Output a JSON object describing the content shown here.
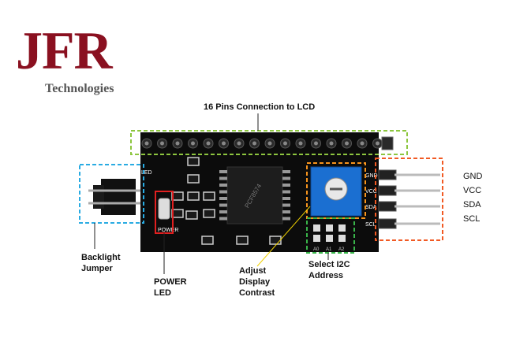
{
  "brand": {
    "name": "JFR",
    "subtitle": "Technologies",
    "color": "#8a1020"
  },
  "labels": {
    "pins_connection": "16 Pins Connection to LCD",
    "backlight_jumper": [
      "Backlight",
      "Jumper"
    ],
    "power_led": [
      "POWER",
      "LED"
    ],
    "adjust_contrast": [
      "Adjust",
      "Display",
      "Contrast"
    ],
    "select_i2c": [
      "Select I2C",
      "Address"
    ]
  },
  "pins": [
    "GND",
    "VCC",
    "SDA",
    "SCL"
  ],
  "board_text": {
    "led": "LED",
    "power": "POWER",
    "gnd": "GND",
    "vcc": "VCC",
    "sda": "SDA",
    "scl": "SCL",
    "addr": [
      "A0",
      "A1",
      "A2"
    ],
    "chip": "PCF8574"
  },
  "colors": {
    "pins_box": "#8dc63f",
    "backlight_box": "#29abe2",
    "power_box": "#e02020",
    "contrast_box": "#f7941d",
    "i2c_box": "#39b54a",
    "header_box": "#f15a24"
  }
}
